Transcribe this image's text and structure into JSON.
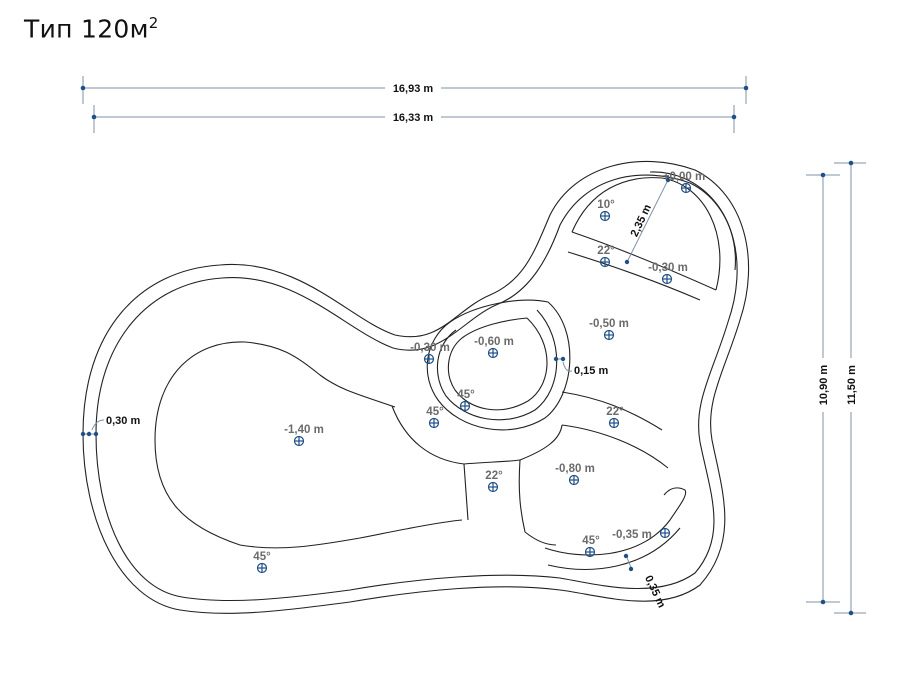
{
  "title": {
    "text": "Тип 120м",
    "superscript": "2"
  },
  "dimensions": {
    "total_length": "16,93 m",
    "inner_length": "16,33 m",
    "inner_width": "10,90 m",
    "total_width": "11,50 m",
    "wall": "0,30 m",
    "circle_wall": "0,15 m",
    "step_depth": "2,35 m",
    "bottom_wall": "0,35 m"
  },
  "markers": [
    {
      "id": "m-000",
      "label": "+0,00 m"
    },
    {
      "id": "m-10deg",
      "label": "10°"
    },
    {
      "id": "m-22deg-top",
      "label": "22°"
    },
    {
      "id": "m-030-top",
      "label": "-0,30 m"
    },
    {
      "id": "m-050",
      "label": "-0,50 m"
    },
    {
      "id": "m-060",
      "label": "-0,60 m"
    },
    {
      "id": "m-030-left",
      "label": "-0,30 m"
    },
    {
      "id": "m-45-inner",
      "label": "45°"
    },
    {
      "id": "m-45-left",
      "label": "45°"
    },
    {
      "id": "m-22-right",
      "label": "22°"
    },
    {
      "id": "m-140",
      "label": "-1,40 m"
    },
    {
      "id": "m-22-mid",
      "label": "22°"
    },
    {
      "id": "m-080",
      "label": "-0,80 m"
    },
    {
      "id": "m-45-bottom",
      "label": "45°"
    },
    {
      "id": "m-035",
      "label": "-0,35 m"
    },
    {
      "id": "m-45-bl",
      "label": "45°"
    }
  ],
  "colors": {
    "outline": "#222222",
    "dimension": "#7d93a8",
    "marker": "#1f4f86",
    "label": "#6b6b6b"
  }
}
